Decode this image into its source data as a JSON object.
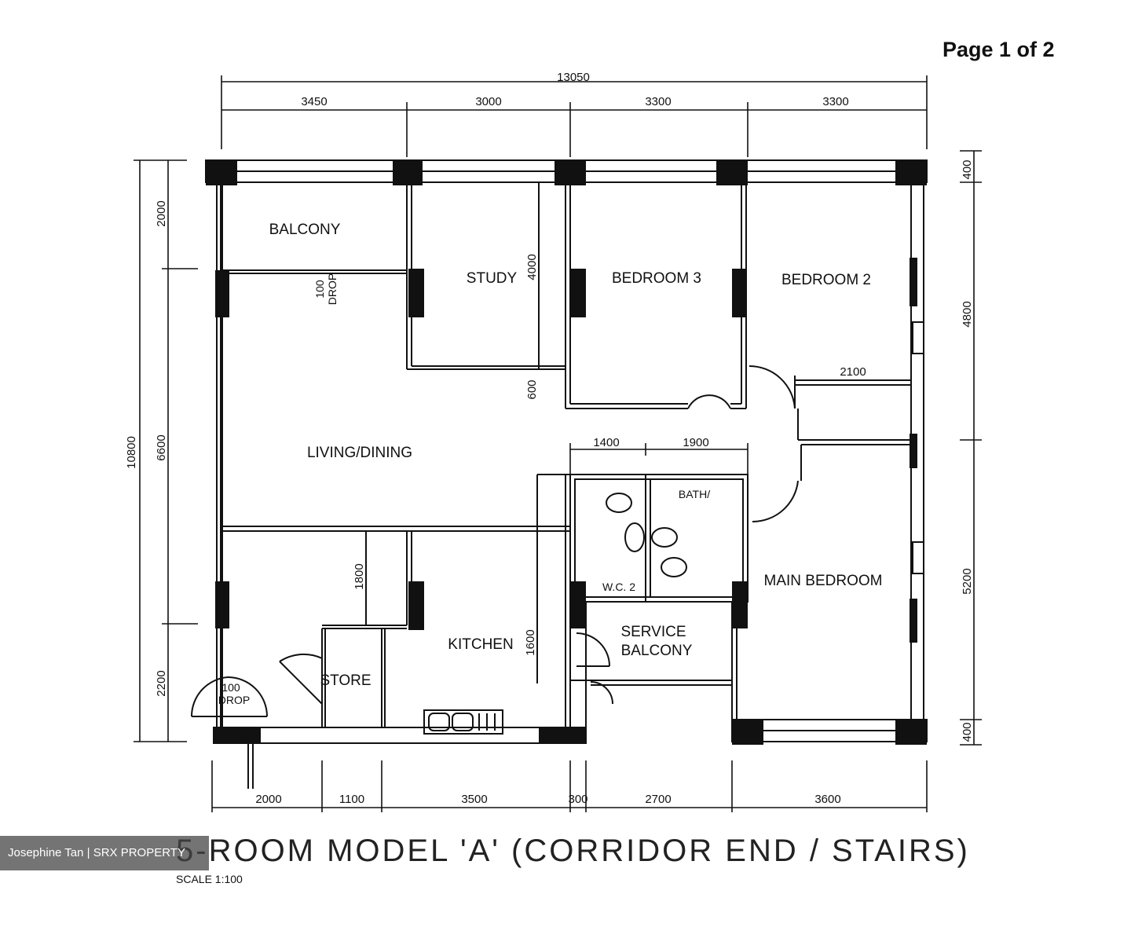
{
  "page_label": "Page 1 of 2",
  "credit": "Josephine Tan | SRX PROPERTY",
  "title": "5-ROOM MODEL 'A' (CORRIDOR END / STAIRS)",
  "scale": "SCALE   1:100",
  "rooms": {
    "balcony": "BALCONY",
    "study": "STUDY",
    "bedroom3": "BEDROOM 3",
    "bedroom2": "BEDROOM 2",
    "living": "LIVING/DINING",
    "main_bedroom": "MAIN BEDROOM",
    "kitchen": "KITCHEN",
    "store": "STORE",
    "service_balcony_1": "SERVICE",
    "service_balcony_2": "BALCONY",
    "bath": "BATH/",
    "wc2": "W.C. 2"
  },
  "notes": {
    "drop_top_1": "100",
    "drop_top_2": "DROP",
    "drop_bottom_1": "100",
    "drop_bottom_2": "DROP"
  },
  "dims": {
    "overall_width": "13050",
    "top": [
      "3450",
      "3000",
      "3300",
      "3300"
    ],
    "bottom": [
      "2000",
      "1100",
      "3500",
      "300",
      "2700",
      "3600"
    ],
    "left_overall": "10800",
    "left": [
      "2000",
      "6600",
      "2200"
    ],
    "right": [
      "400",
      "4800",
      "5200",
      "400"
    ],
    "study_4000": "4000",
    "study_600": "600",
    "bed2_2100": "2100",
    "bath_1400": "1400",
    "bath_1900": "1900",
    "store_1800": "1800",
    "kitchen_1600": "1600"
  }
}
